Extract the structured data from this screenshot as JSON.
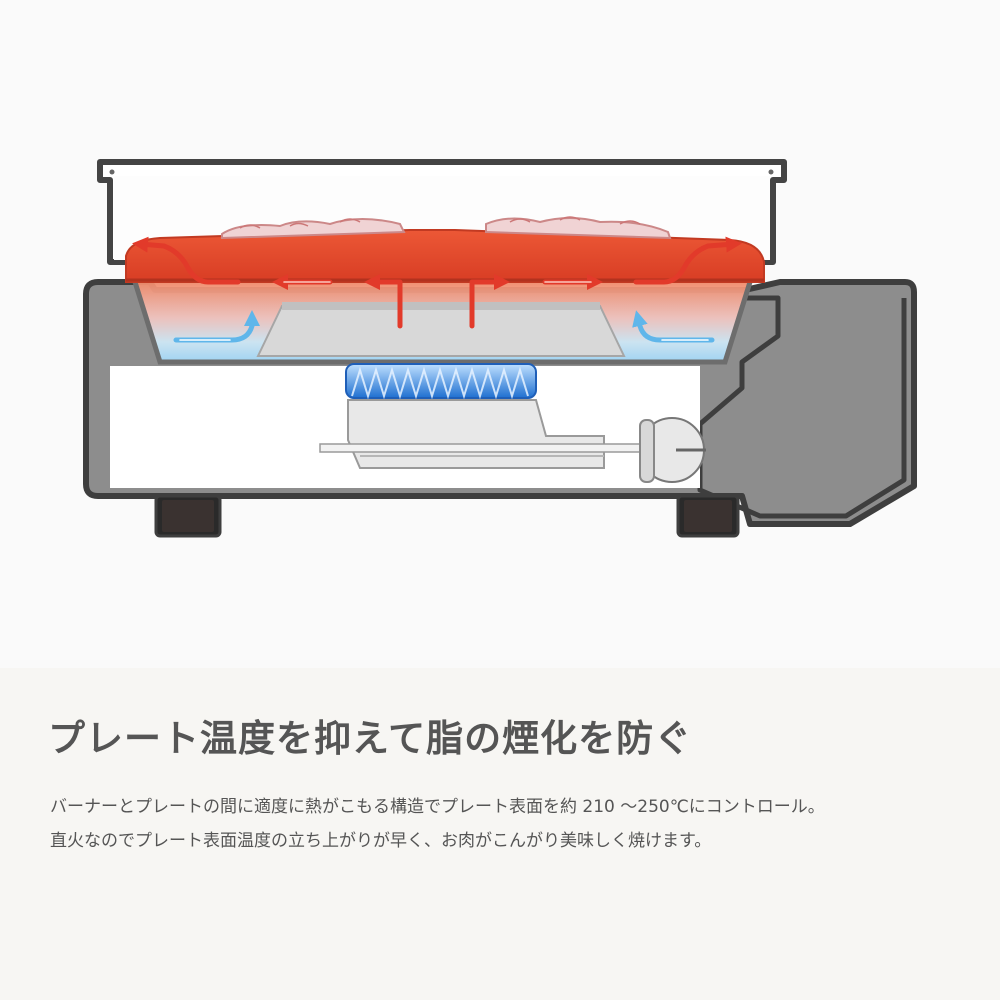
{
  "figure": {
    "icons": [
      "meat-icon",
      "heat-arrow-icon",
      "cool-air-arrow-icon",
      "flame-icon",
      "control-knob-icon"
    ],
    "colors": {
      "plate": "#e2442a",
      "heat_arrow": "#e23a2a",
      "cool_air": "#5fb6ea",
      "flame": "#2f7fd6",
      "body_outline": "#3e3e3e",
      "body_fill": "#8d8d8d"
    }
  },
  "caption": {
    "headline": "プレート温度を抑えて脂の煙化を防ぐ",
    "body_lines": [
      "バーナーとプレートの間に適度に熱がこもる構造でプレート表面を約 210 〜250℃にコントロール。",
      "直火なのでプレート表面温度の立ち上がりが早く、お肉がこんがり美味しく焼けます。"
    ]
  }
}
